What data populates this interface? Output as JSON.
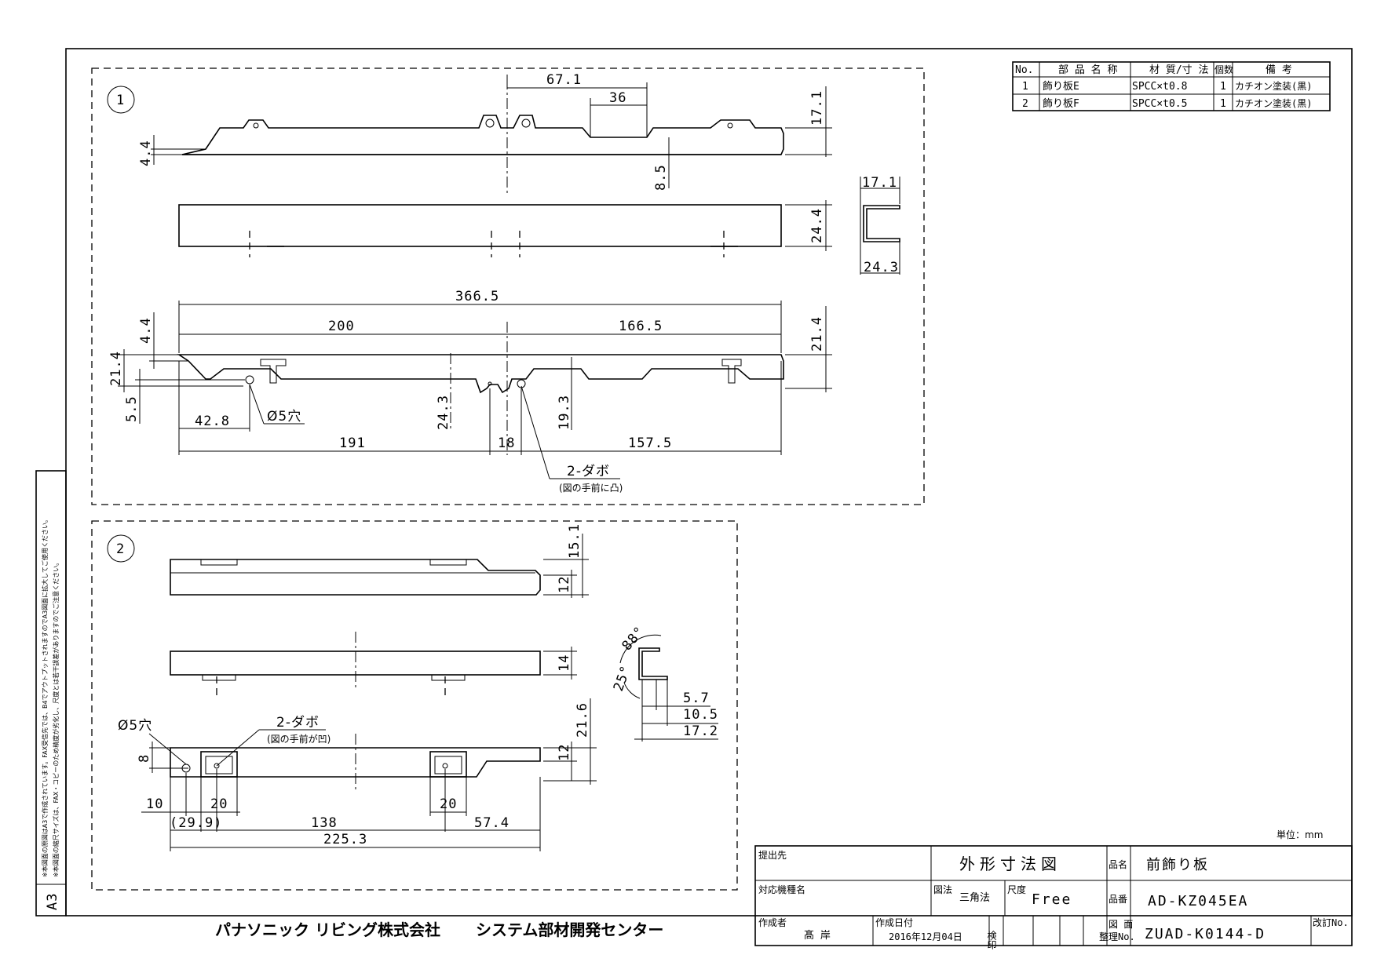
{
  "part1": {
    "number": "1",
    "top_view": {
      "dim_67": "67.1",
      "dim_36": "36",
      "dim_17": "17.1",
      "dim_4": "4.4",
      "dim_8": "8.5"
    },
    "side_view": {
      "dim_24_4": "24.4"
    },
    "section": {
      "dim_17": "17.1",
      "dim_24_3": "24.3"
    },
    "bottom_view": {
      "total": "366.5",
      "left": "200",
      "right": "166.5",
      "dim_4": "4.4",
      "dim_21_left": "21.4",
      "dim_21_right": "21.4",
      "dim_5": "5.5",
      "dim_24_3": "24.3",
      "dim_19_3": "19.3",
      "dim_42": "42.8",
      "dim_191": "191",
      "dim_18": "18",
      "dim_157": "157.5",
      "hole": "Ø5穴",
      "dabo_title": "2-ダボ",
      "dabo_note": "(図の手前に凸)"
    }
  },
  "part2": {
    "number": "2",
    "top_view": {
      "dim_15": "15.1",
      "dim_12": "12"
    },
    "side_view": {
      "dim_14": "14"
    },
    "section": {
      "angle_88": "88°",
      "angle_25": "25°",
      "dim_5": "5.7",
      "dim_10": "10.5",
      "dim_17": "17.2"
    },
    "bottom_view": {
      "hole": "Ø5穴",
      "dabo_title": "2-ダボ",
      "dabo_note": "(図の手前が凹)",
      "dim_21": "21.6",
      "dim_12": "12",
      "dim_8": "8",
      "dim_10": "10",
      "dim_20a": "20",
      "dim_20b": "20",
      "dim_29": "(29.9)",
      "dim_138": "138",
      "dim_57": "57.4",
      "dim_225": "225.3"
    }
  },
  "parts_table": {
    "headers": [
      "No.",
      "部 品 名 称",
      "材 質/寸 法",
      "個数",
      "備 考"
    ],
    "rows": [
      [
        "1",
        "飾り板E",
        "SPCC×t0.8",
        "1",
        "カチオン塗装(黒)"
      ],
      [
        "2",
        "飾り板F",
        "SPCC×t0.5",
        "1",
        "カチオン塗装(黒)"
      ]
    ]
  },
  "unit_note": "単位：mm",
  "side_note": {
    "size": "A3",
    "line1": "※本図面の原図はA3で作成されています。FAX受信先では、B4でアウトプットされますのでA3図面に拡大してご使用ください。",
    "line2": "※本図面の縮尺サイズは、FAX・コピーのため精度が劣化し、尺度とは若干誤差がありますのでご注意ください。"
  },
  "company": "パナソニック リビング株式会社",
  "center": "システム部材開発センター",
  "title_block": {
    "submit_label": "提出先",
    "submit_value": "",
    "drawing_title": "外形寸法図",
    "hinmei_label": "品名",
    "hinmei_value": "前飾り板",
    "model_label": "対応機種名",
    "method_label": "図法",
    "method_value": "三角法",
    "scale_label": "尺度",
    "scale_value": "Free",
    "hinban_label": "品番",
    "hinban_value": "AD-KZ045EA",
    "author_label": "作成者",
    "author_value": "髙 岸",
    "date_label": "作成日付",
    "date_value": "2016年12月04日",
    "check_label": "検印",
    "drawing_no_label1": "図 面",
    "drawing_no_label2": "整理No.",
    "drawing_no_value": "ZUAD-K0144-D",
    "revision_label": "改訂No."
  }
}
